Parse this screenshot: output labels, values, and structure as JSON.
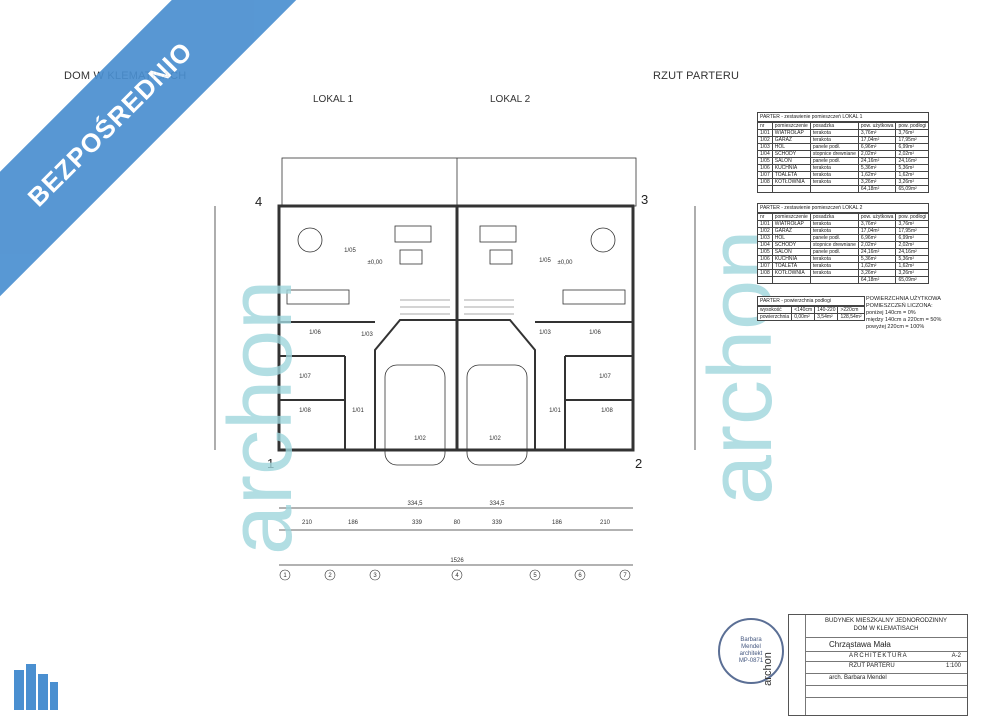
{
  "header": {
    "left_title": "DOM W KLEMATISACH",
    "right_title": "RZUT PARTERU",
    "lokal1": "LOKAL 1",
    "lokal2": "LOKAL 2"
  },
  "banner": {
    "text": "BEZPOŚREDNIO",
    "color": "#4a8fd0"
  },
  "watermark": {
    "text": "archon",
    "color": "#9fd6dd"
  },
  "table1": {
    "title": "PARTER - zestawienie pomieszczeń LOKAL 1",
    "headers": [
      "nr",
      "pomieszczenie",
      "posadzka",
      "pow. użytkowa",
      "pow. podłogi"
    ],
    "rows": [
      [
        "1/01",
        "WIATROŁAP",
        "terakota",
        "3,76m²",
        "3,76m²"
      ],
      [
        "1/02",
        "GARAŻ",
        "terakota",
        "17,04m²",
        "17,95m²"
      ],
      [
        "1/03",
        "HOL",
        "panele podł.",
        "6,96m²",
        "6,99m²"
      ],
      [
        "1/04",
        "SCHODY",
        "stopnice drewniane",
        "2,02m²",
        "2,02m²"
      ],
      [
        "1/05",
        "SALON",
        "panele podł.",
        "24,16m²",
        "24,16m²"
      ],
      [
        "1/06",
        "KUCHNIA",
        "terakota",
        "5,36m²",
        "5,36m²"
      ],
      [
        "1/07",
        "TOALETA",
        "terakota",
        "1,62m²",
        "1,62m²"
      ],
      [
        "1/08",
        "KOTŁOWNIA",
        "terakota",
        "3,26m²",
        "3,26m²"
      ]
    ],
    "total": [
      "64,18m²",
      "65,09m²"
    ]
  },
  "table2": {
    "title": "PARTER - zestawienie pomieszczeń LOKAL 2",
    "headers": [
      "nr",
      "pomieszczenie",
      "posadzka",
      "pow. użytkowa",
      "pow. podłogi"
    ],
    "rows": [
      [
        "1/01",
        "WIATROŁAP",
        "terakota",
        "3,76m²",
        "3,76m²"
      ],
      [
        "1/02",
        "GARAŻ",
        "terakota",
        "17,04m²",
        "17,95m²"
      ],
      [
        "1/03",
        "HOL",
        "panele podł.",
        "6,96m²",
        "6,99m²"
      ],
      [
        "1/04",
        "SCHODY",
        "stopnice drewniane",
        "2,02m²",
        "2,02m²"
      ],
      [
        "1/05",
        "SALON",
        "panele podł.",
        "24,16m²",
        "24,16m²"
      ],
      [
        "1/06",
        "KUCHNIA",
        "terakota",
        "5,36m²",
        "5,36m²"
      ],
      [
        "1/07",
        "TOALETA",
        "terakota",
        "1,62m²",
        "1,62m²"
      ],
      [
        "1/08",
        "KOTŁOWNIA",
        "terakota",
        "3,26m²",
        "3,26m²"
      ]
    ],
    "total": [
      "64,18m²",
      "65,09m²"
    ]
  },
  "table3": {
    "title": "PARTER - powierzchnia podłogi",
    "headers": [
      "wysokość",
      "<140cm",
      "140-220",
      ">220cm"
    ],
    "row": [
      "powierzchnia",
      "0,00m²",
      "3,54m²",
      "128,54m²"
    ]
  },
  "area_note": {
    "title": "POWIERZCHNIA UŻYTKOWA",
    "sub": "POMIESZCZEŃ LICZONA:",
    "lines": [
      "poniżej 140cm = 0%",
      "między 140cm a 220cm = 50%",
      "powyżej 220cm = 100%"
    ]
  },
  "plan": {
    "axes_top": [
      "4",
      "3"
    ],
    "axes_bottom_nums": [
      "1",
      "2"
    ],
    "grid_letters": [
      "1",
      "2",
      "3",
      "4",
      "5",
      "6",
      "7"
    ],
    "room_labels": [
      "1/05",
      "1/05",
      "1/06",
      "1/06",
      "1/03",
      "1/03",
      "1/01",
      "1/01",
      "1/02",
      "1/02",
      "1/08",
      "1/08",
      "1/07",
      "1/07"
    ],
    "dims_bottom": [
      "210",
      "186",
      "339",
      "80",
      "339",
      "186",
      "210",
      "1526"
    ],
    "dims_row2": [
      "334,5",
      "334,5"
    ],
    "level": "±0,00"
  },
  "stamp": {
    "title1": "BUDYNEK MIESZKALNY JEDNORODZINNY",
    "title2": "DOM W KLEMATISACH",
    "place": "Chrząstawa Mała",
    "branch": "ARCHITEKTURA",
    "sheet": "A-2",
    "drawing": "RZUT PARTERU",
    "scale": "1:100",
    "author": "arch. Barbara Mendel",
    "brand": "archon"
  },
  "circle_stamp": {
    "lines": [
      "Barbara",
      "Mendel",
      "architekt",
      "MP-0871"
    ]
  }
}
